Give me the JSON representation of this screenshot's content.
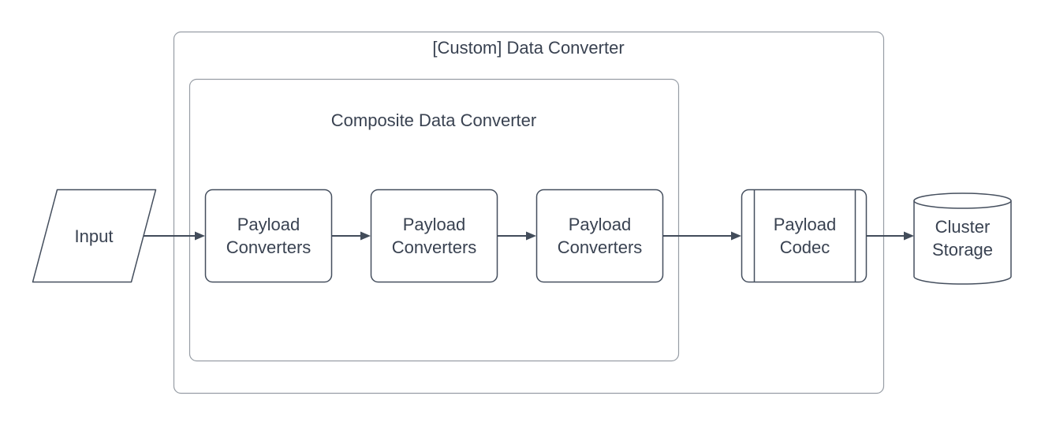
{
  "diagram": {
    "outer_group": {
      "label": "[Custom] Data Converter",
      "shape": "rounded-container"
    },
    "inner_group": {
      "label": "Composite Data Converter",
      "shape": "rounded-container"
    },
    "nodes": {
      "input": {
        "label": "Input",
        "shape": "parallelogram"
      },
      "payload_converters": [
        {
          "label": "Payload\nConverters",
          "shape": "rounded-rectangle"
        },
        {
          "label": "Payload\nConverters",
          "shape": "rounded-rectangle"
        },
        {
          "label": "Payload\nConverters",
          "shape": "rounded-rectangle"
        }
      ],
      "payload_codec": {
        "label": "Payload\nCodec",
        "shape": "predefined-process"
      },
      "cluster_storage": {
        "label": "Cluster\nStorage",
        "shape": "cylinder"
      }
    },
    "edges": [
      {
        "from": "Input",
        "to": "Payload Converters 1"
      },
      {
        "from": "Payload Converters 1",
        "to": "Payload Converters 2"
      },
      {
        "from": "Payload Converters 2",
        "to": "Payload Converters 3"
      },
      {
        "from": "Payload Converters 3",
        "to": "Payload Codec"
      },
      {
        "from": "Payload Codec",
        "to": "Cluster Storage"
      }
    ],
    "colors": {
      "text": "#394251",
      "shape_stroke": "#454f5e",
      "container_stroke": "#979da5",
      "arrow": "#424c5a",
      "bg": "#ffffff"
    }
  }
}
